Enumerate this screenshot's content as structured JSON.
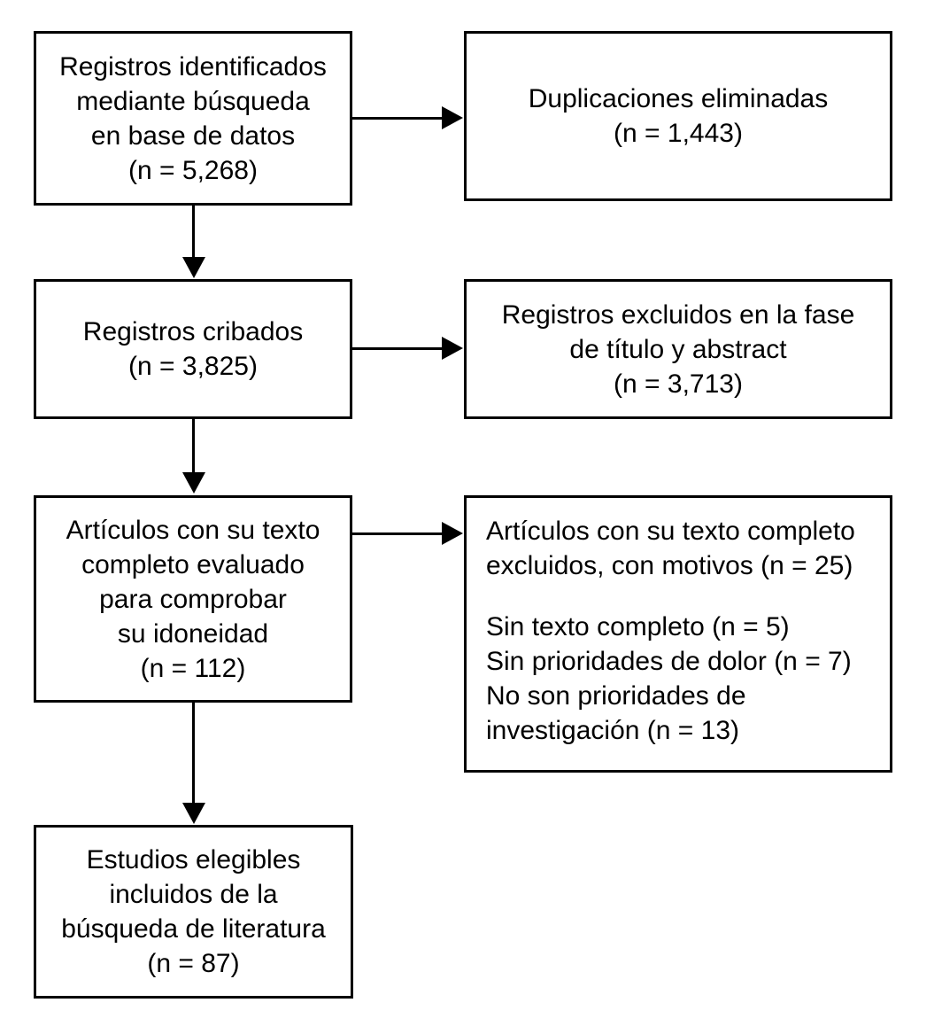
{
  "diagram": {
    "type": "prisma-flow-diagram",
    "language": "es",
    "background_color": "#ffffff",
    "line_color": "#000000",
    "text_color": "#000000",
    "nodes": [
      {
        "id": "identified",
        "name": "records-identified-box",
        "align": "center",
        "lines": [
          "Registros identificados",
          "mediante búsqueda",
          "en base de datos",
          "(n = 5,268)"
        ],
        "count": 5268
      },
      {
        "id": "duplicates",
        "name": "duplicates-removed-box",
        "align": "center",
        "lines": [
          "Duplicaciones eliminadas",
          "(n = 1,443)"
        ],
        "count": 1443
      },
      {
        "id": "screened",
        "name": "records-screened-box",
        "align": "center",
        "lines": [
          "Registros cribados",
          "(n = 3,825)"
        ],
        "count": 3825
      },
      {
        "id": "excluded_title_abstract",
        "name": "records-excluded-title-abstract-box",
        "align": "center",
        "lines": [
          "Registros excluidos en la fase",
          "de título y abstract",
          "(n = 3,713)"
        ],
        "count": 3713
      },
      {
        "id": "fulltext_assessed",
        "name": "fulltext-assessed-box",
        "align": "center",
        "lines": [
          "Artículos con su texto",
          "completo evaluado",
          "para comprobar",
          "su idoneidad",
          "(n = 112)"
        ],
        "count": 112
      },
      {
        "id": "fulltext_excluded",
        "name": "fulltext-excluded-reasons-box",
        "align": "left",
        "lines": [
          "Artículos con su texto completo",
          "excluidos, con motivos (n = 25)",
          "",
          "Sin texto completo (n = 5)",
          "Sin prioridades de dolor (n = 7)",
          "No son prioridades de",
          "investigación (n = 13)"
        ],
        "count": 25,
        "reasons": [
          {
            "label": "Sin texto completo",
            "n": 5
          },
          {
            "label": "Sin prioridades de dolor",
            "n": 7
          },
          {
            "label": "No son prioridades de investigación",
            "n": 13
          }
        ]
      },
      {
        "id": "included",
        "name": "studies-included-box",
        "align": "center",
        "lines": [
          "Estudios elegibles",
          "incluidos de la",
          "búsqueda de literatura",
          "(n = 87)"
        ],
        "count": 87
      }
    ],
    "connectors": [
      {
        "id": "c1",
        "name": "arrow-identified-to-duplicates",
        "direction": "right"
      },
      {
        "id": "c2",
        "name": "arrow-identified-to-screened",
        "direction": "down"
      },
      {
        "id": "c3",
        "name": "arrow-screened-to-excluded",
        "direction": "right"
      },
      {
        "id": "c4",
        "name": "arrow-screened-to-fulltext",
        "direction": "down"
      },
      {
        "id": "c5",
        "name": "arrow-fulltext-to-excluded-reasons",
        "direction": "right"
      },
      {
        "id": "c6",
        "name": "arrow-fulltext-to-included",
        "direction": "down"
      }
    ]
  }
}
